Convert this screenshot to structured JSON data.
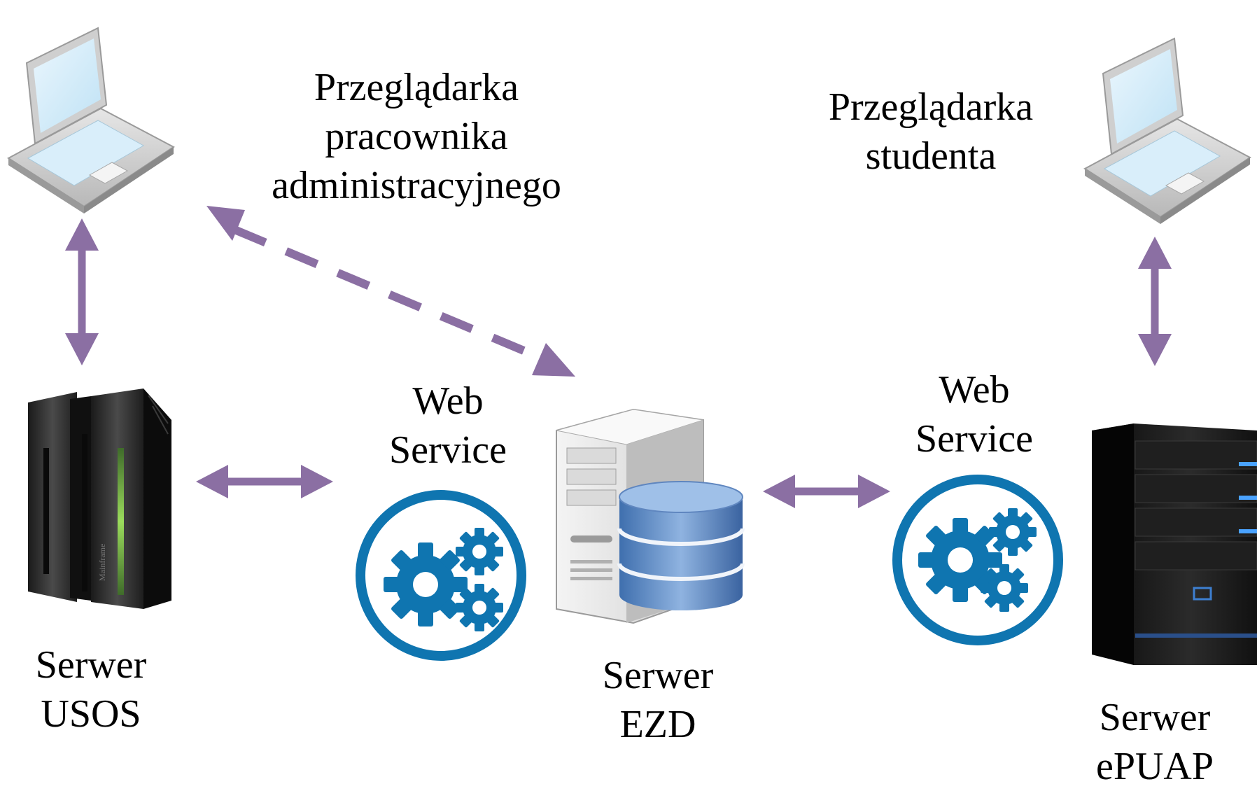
{
  "nodes": {
    "admin_browser": {
      "lines": [
        "Przeglądarka",
        "pracownika",
        "administracyjnego"
      ]
    },
    "student_browser": {
      "lines": [
        "Przeglądarka",
        "studenta"
      ]
    },
    "usos_server": {
      "lines": [
        "Serwer",
        "USOS"
      ]
    },
    "ezd_server": {
      "lines": [
        "Serwer",
        "EZD"
      ]
    },
    "epuap_server": {
      "lines": [
        "Serwer",
        "ePUAP"
      ]
    },
    "web_service_left": {
      "lines": [
        "Web",
        "Service"
      ]
    },
    "web_service_right": {
      "lines": [
        "Web",
        "Service"
      ]
    }
  },
  "colors": {
    "arrow": "#8B6FA3",
    "gear": "#0F75B0",
    "ring": "#0F75B0"
  },
  "icons": {
    "laptop": "laptop-icon",
    "mainframe": "mainframe-server-icon",
    "tower_db": "server-database-icon",
    "rack": "rack-server-icon",
    "gears": "gears-icon"
  }
}
